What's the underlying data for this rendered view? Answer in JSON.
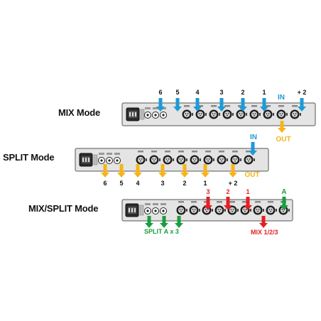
{
  "colors": {
    "blue": "#1e9ad6",
    "orange": "#f6b41a",
    "red": "#e32024",
    "green": "#1a9e3f",
    "panel": "#e4e4e4",
    "panel_border": "#555555"
  },
  "modes": [
    {
      "title": "MIX Mode",
      "labels": {
        "ch6": "6",
        "ch5": "5",
        "ch4": "4",
        "ch3": "3",
        "ch2": "2",
        "ch1": "1",
        "plus2": "+ 2",
        "in": "IN",
        "out": "OUT"
      }
    },
    {
      "title": "SPLIT Mode",
      "labels": {
        "ch6": "6",
        "ch5": "5",
        "ch4": "4",
        "ch3": "3",
        "ch2": "2",
        "ch1": "1",
        "plus2": "+ 2",
        "in": "IN",
        "out": "OUT"
      }
    },
    {
      "title": "MIX/SPLIT Mode",
      "labels": {
        "r3": "3",
        "r2": "2",
        "r1": "1",
        "a": "A",
        "split": "SPLIT A x 3",
        "mix": "MIX 1/2/3"
      }
    }
  ]
}
